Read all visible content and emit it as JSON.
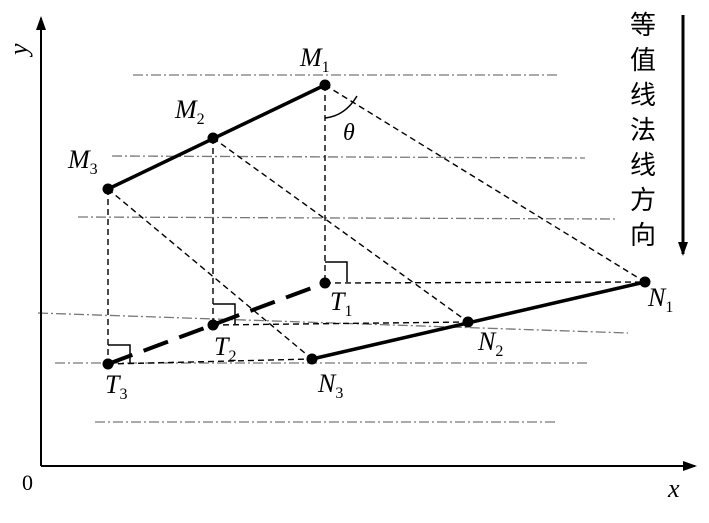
{
  "axes": {
    "x_label": "x",
    "y_label": "y",
    "origin_label": "0"
  },
  "direction_label": [
    "等",
    "值",
    "线",
    "法",
    "线",
    "方",
    "向"
  ],
  "angle_label": "θ",
  "points": {
    "M1": {
      "letter": "M",
      "sub": "1"
    },
    "M2": {
      "letter": "M",
      "sub": "2"
    },
    "M3": {
      "letter": "M",
      "sub": "3"
    },
    "T1": {
      "letter": "T",
      "sub": "1"
    },
    "T2": {
      "letter": "T",
      "sub": "2"
    },
    "T3": {
      "letter": "T",
      "sub": "3"
    },
    "N1": {
      "letter": "N",
      "sub": "1"
    },
    "N2": {
      "letter": "N",
      "sub": "2"
    },
    "N3": {
      "letter": "N",
      "sub": "3"
    }
  }
}
